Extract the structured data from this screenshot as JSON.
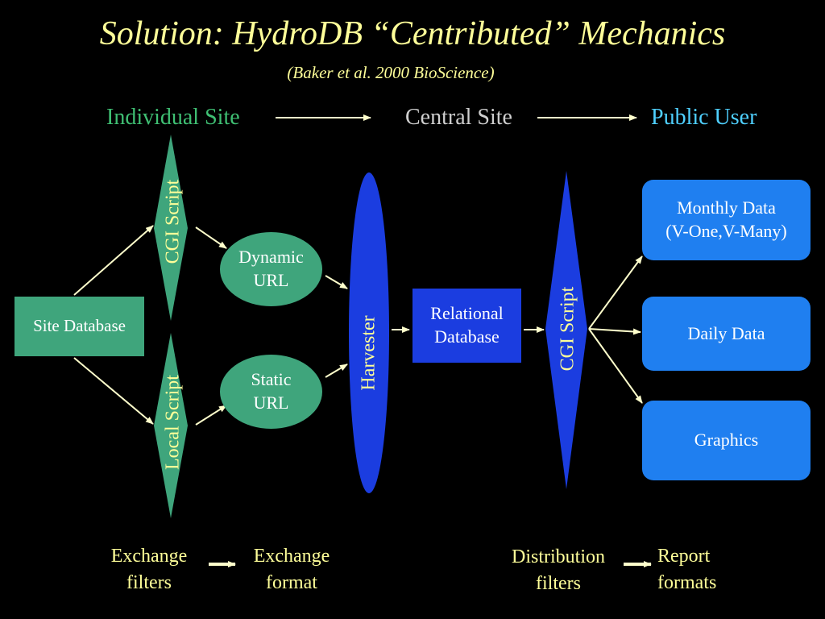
{
  "title": "Solution: HydroDB “Centributed” Mechanics",
  "subtitle": "(Baker et al. 2000 BioScience)",
  "headers": {
    "individual": "Individual Site",
    "central": "Central Site",
    "public": "Public User"
  },
  "nodes": {
    "site_database": "Site Database",
    "cgi_script_left": "CGI Script",
    "local_script": "Local Script",
    "dynamic_url": [
      "Dynamic",
      "URL"
    ],
    "static_url": [
      "Static",
      "URL"
    ],
    "harvester": "Harvester",
    "relational_database": [
      "Relational",
      "Database"
    ],
    "cgi_script_right": "CGI Script",
    "monthly_data": [
      "Monthly Data",
      "(V-One,V-Many)"
    ],
    "daily_data": "Daily Data",
    "graphics": "Graphics"
  },
  "bottom_labels": {
    "exchange_filters": [
      "Exchange",
      "filters"
    ],
    "exchange_format": [
      "Exchange",
      "format"
    ],
    "distribution_filters": [
      "Distribution",
      "filters"
    ],
    "report_formats": [
      "Report",
      "formats"
    ]
  },
  "colors": {
    "background": "#000000",
    "title_yellow": "#ffff99",
    "green_node": "#3fa57c",
    "dark_blue": "#1b3de0",
    "light_blue": "#1f7ff0",
    "arrow": "#ffffcc"
  }
}
